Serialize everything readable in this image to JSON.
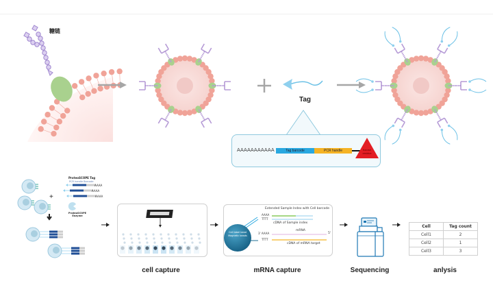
{
  "top_row": {
    "glycan_label": "糖链",
    "tag_label": "Tag",
    "tag_structure": {
      "polyA": "AAAAAAAAAAA",
      "segments": [
        {
          "label": "Tag barcode",
          "color": "#29a8e0"
        },
        {
          "label": "PCR handle",
          "color": "#f5b324"
        }
      ],
      "end_group_label": "fucose residue",
      "end_group_color": "#e31e24"
    }
  },
  "bottom_row": {
    "step1": {
      "tag_title": "ProteoSCOPE Tag",
      "tag_subtitle": "PCR handle  Barcode",
      "polyA": "AAAA",
      "enzyme_label": "ProteoSCOPE Enzyme"
    },
    "step2": {
      "caption": "cell capture"
    },
    "step3": {
      "caption": "mRNA capture",
      "bead_label": "Cell label bead Magnetic beads",
      "header": "Extended Sample Index with Cell barcode",
      "aaaa": "AAAA",
      "tttt_1": "TTTT",
      "cdna_sample_index": "cDNA of Sample index",
      "three_prime_aaaa": "3' AAAA",
      "mrna": "mRNA",
      "five_prime": "5'",
      "tttt_2": "TTTT",
      "cdna_mrna_target": "cDNA of mRNA target"
    },
    "step4": {
      "caption": "Sequencing"
    },
    "step5": {
      "caption": "anlysis",
      "table": {
        "headers": [
          "Cell",
          "Tag count"
        ],
        "rows": [
          [
            "Cell1",
            "2"
          ],
          [
            "Cell2",
            "1"
          ],
          [
            "Cell3",
            "3"
          ]
        ]
      }
    }
  },
  "colors": {
    "membrane_head": "#f0a398",
    "protein": "#a9d18e",
    "glycan": "#b59ad6",
    "tag_wave": "#6cc1e6",
    "arrow_gray": "#a6a6a6",
    "bead_blue": "#1f6f96"
  }
}
